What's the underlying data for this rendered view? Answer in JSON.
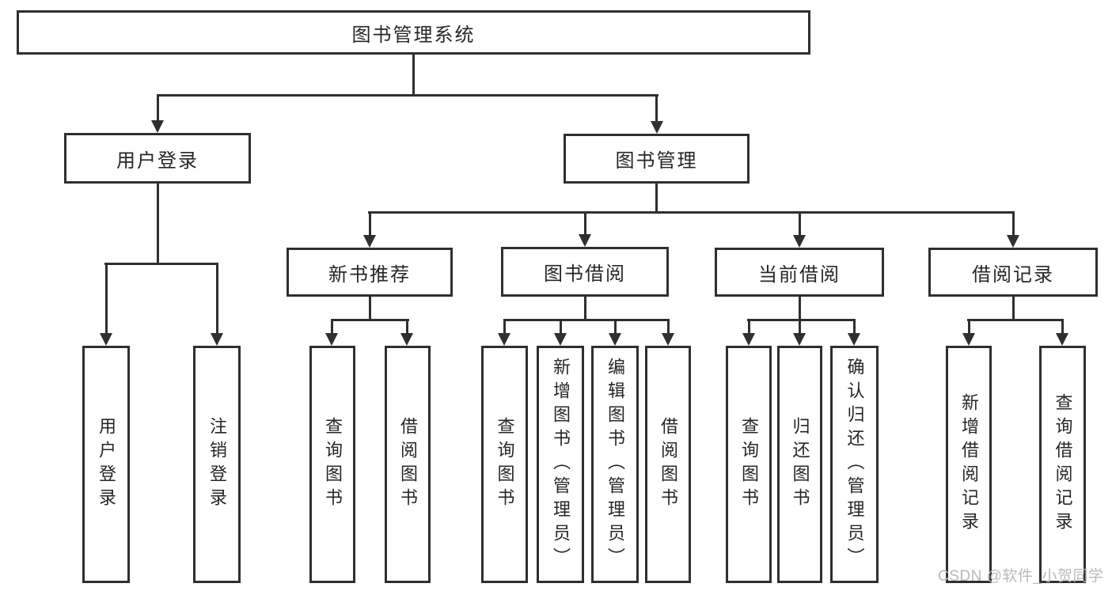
{
  "diagram": {
    "type": "hierarchy-tree",
    "tree": {
      "label": "图书管理系统",
      "children": [
        {
          "label": "用户登录",
          "children": [
            {
              "label": "用户登录"
            },
            {
              "label": "注销登录"
            }
          ]
        },
        {
          "label": "图书管理",
          "children": [
            {
              "label": "新书推荐",
              "children": [
                {
                  "label": "查询图书"
                },
                {
                  "label": "借阅图书"
                }
              ]
            },
            {
              "label": "图书借阅",
              "children": [
                {
                  "label": "查询图书"
                },
                {
                  "label": "新增图书（管理员）"
                },
                {
                  "label": "编辑图书（管理员）"
                },
                {
                  "label": "借阅图书"
                }
              ]
            },
            {
              "label": "当前借阅",
              "children": [
                {
                  "label": "查询图书"
                },
                {
                  "label": "归还图书"
                },
                {
                  "label": "确认归还（管理员）"
                }
              ]
            },
            {
              "label": "借阅记录",
              "children": [
                {
                  "label": "新增借阅记录"
                },
                {
                  "label": "查询借阅记录"
                }
              ]
            }
          ]
        }
      ]
    },
    "colors": {
      "line": "#2f2f2f",
      "text": "#262626",
      "background": "#ffffff",
      "watermark": "#b9b9b9"
    }
  },
  "watermark": "CSDN @软件_小贺同学"
}
